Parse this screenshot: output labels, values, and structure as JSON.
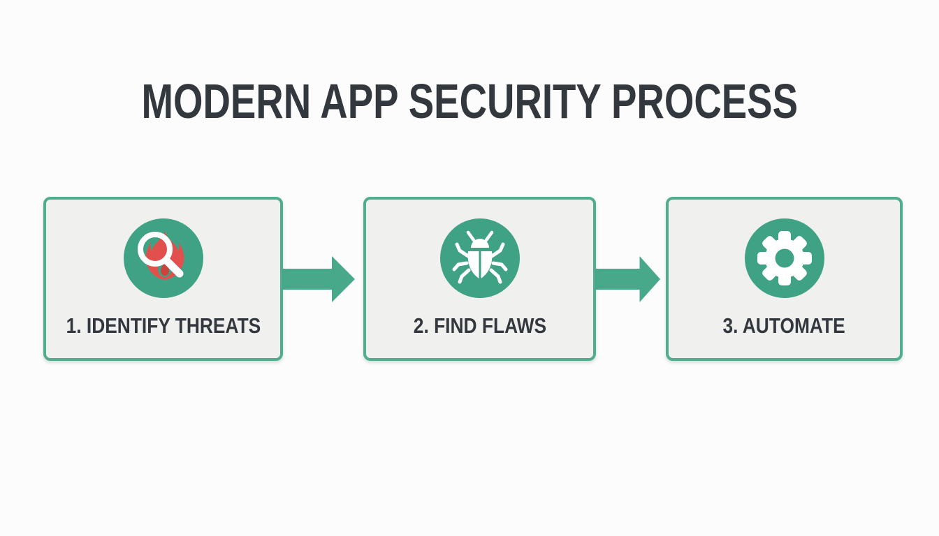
{
  "title": "MODERN APP SECURITY PROCESS",
  "steps": [
    {
      "number": "1",
      "label": "1. IDENTIFY THREATS",
      "icon": "magnifier-flame-icon"
    },
    {
      "number": "2",
      "label": "2. FIND FLAWS",
      "icon": "bug-icon"
    },
    {
      "number": "3",
      "label": "3. AUTOMATE",
      "icon": "gear-icon"
    }
  ],
  "connectors": [
    {
      "icon": "arrow-right-icon",
      "direction": "right"
    },
    {
      "icon": "arrow-right-icon",
      "direction": "right"
    }
  ],
  "colors": {
    "page-bg": "#fcfcfd",
    "card-bg": "#f0f0ee",
    "green-border": "#50ad8e",
    "green-circle": "#3fa284",
    "green-arrow": "#47a88a",
    "red-flame": "#e2504d",
    "red-flame-dark": "#cc423f",
    "text-dark": "#33383e"
  }
}
